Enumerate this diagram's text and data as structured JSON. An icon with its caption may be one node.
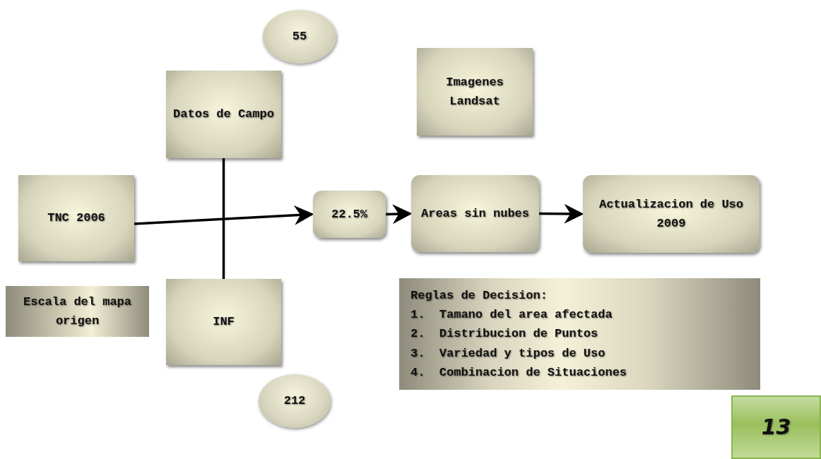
{
  "diagram": {
    "nodes": [
      {
        "text": [
          "55"
        ]
      },
      {
        "text": [
          "Datos de Campo"
        ]
      },
      {
        "text": [
          "Imagenes Landsat"
        ]
      },
      {
        "text": [
          "TNC 2006"
        ]
      },
      {
        "text": [
          "22.5%"
        ]
      },
      {
        "text": [
          "Areas sin nubes"
        ]
      },
      {
        "text": [
          "Actualizacion de Uso 2009"
        ]
      },
      {
        "text": [
          "Escala del mapa origen"
        ]
      },
      {
        "text": [
          "INF"
        ]
      },
      {
        "text": [
          "Reglas de Decision:",
          "1. Tamano del area afectada",
          "2. Distribucion de Puntos",
          "3. Variedad y tipos de Uso",
          "4. Combinacion de Situaciones"
        ]
      },
      {
        "text": [
          "212"
        ]
      },
      {
        "text": [
          "13"
        ]
      }
    ],
    "edges": [
      {
        "from": 3,
        "to": 4,
        "arrow": "to"
      },
      {
        "from": 4,
        "to": 5,
        "arrow": "to"
      },
      {
        "from": 5,
        "to": 6,
        "arrow": "to"
      },
      {
        "from": 1,
        "to": 8,
        "arrow": "none"
      }
    ]
  }
}
